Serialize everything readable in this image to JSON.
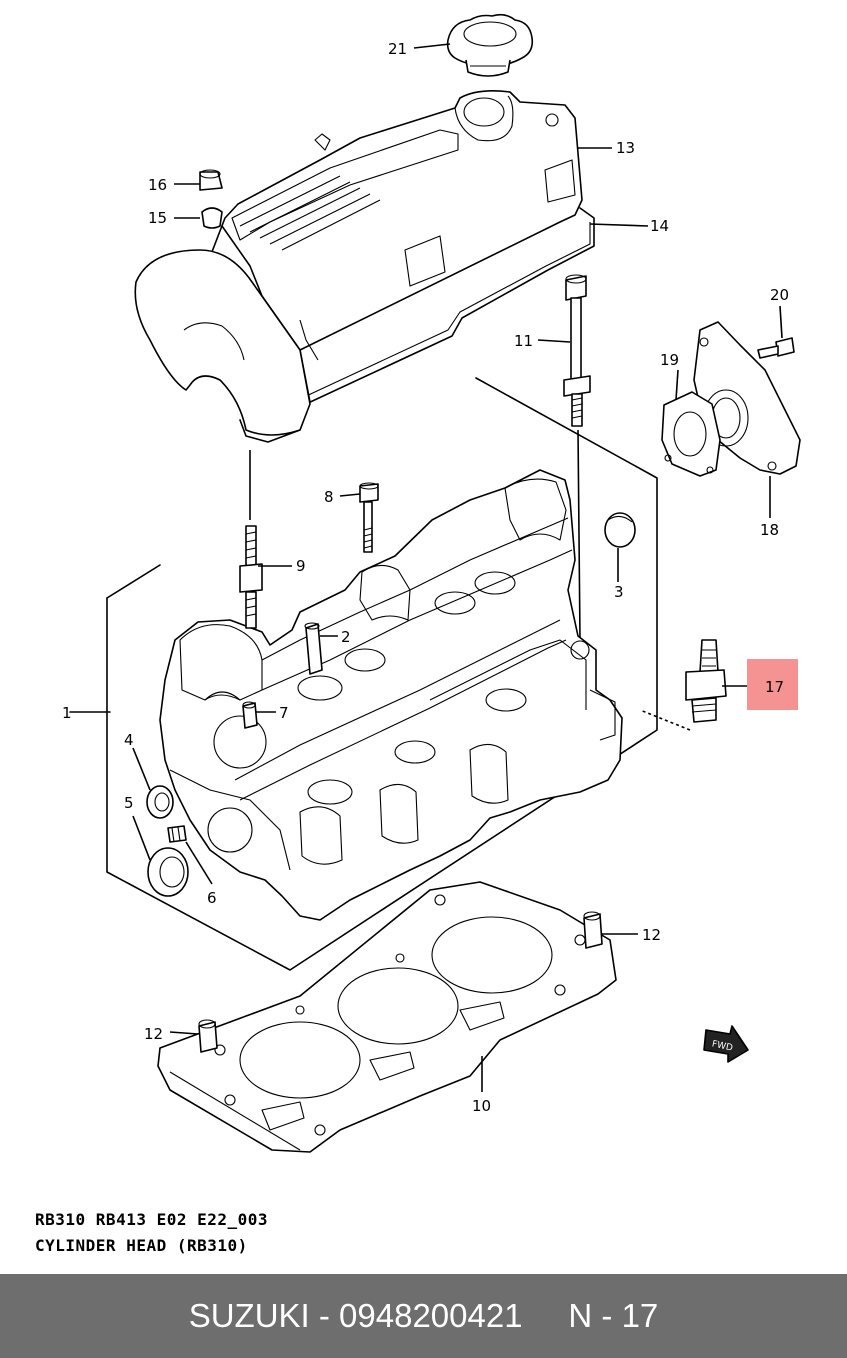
{
  "diagram": {
    "callouts": {
      "c1": "1",
      "c2": "2",
      "c3": "3",
      "c4": "4",
      "c5": "5",
      "c6": "6",
      "c7": "7",
      "c8": "8",
      "c9": "9",
      "c10": "10",
      "c11": "11",
      "c12a": "12",
      "c12b": "12",
      "c13": "13",
      "c14": "14",
      "c15": "15",
      "c16": "16",
      "c17": "17",
      "c18": "18",
      "c19": "19",
      "c20": "20",
      "c21": "21"
    },
    "highlight_color": "#f59393",
    "fwd_label": "FWD"
  },
  "caption": {
    "code_line": "RB310 RB413 E02 E22_003",
    "title_line": "CYLINDER HEAD (RB310)"
  },
  "footer": {
    "text": "SUZUKI - 0948200421     N - 17",
    "background": "#6e6e6e"
  }
}
